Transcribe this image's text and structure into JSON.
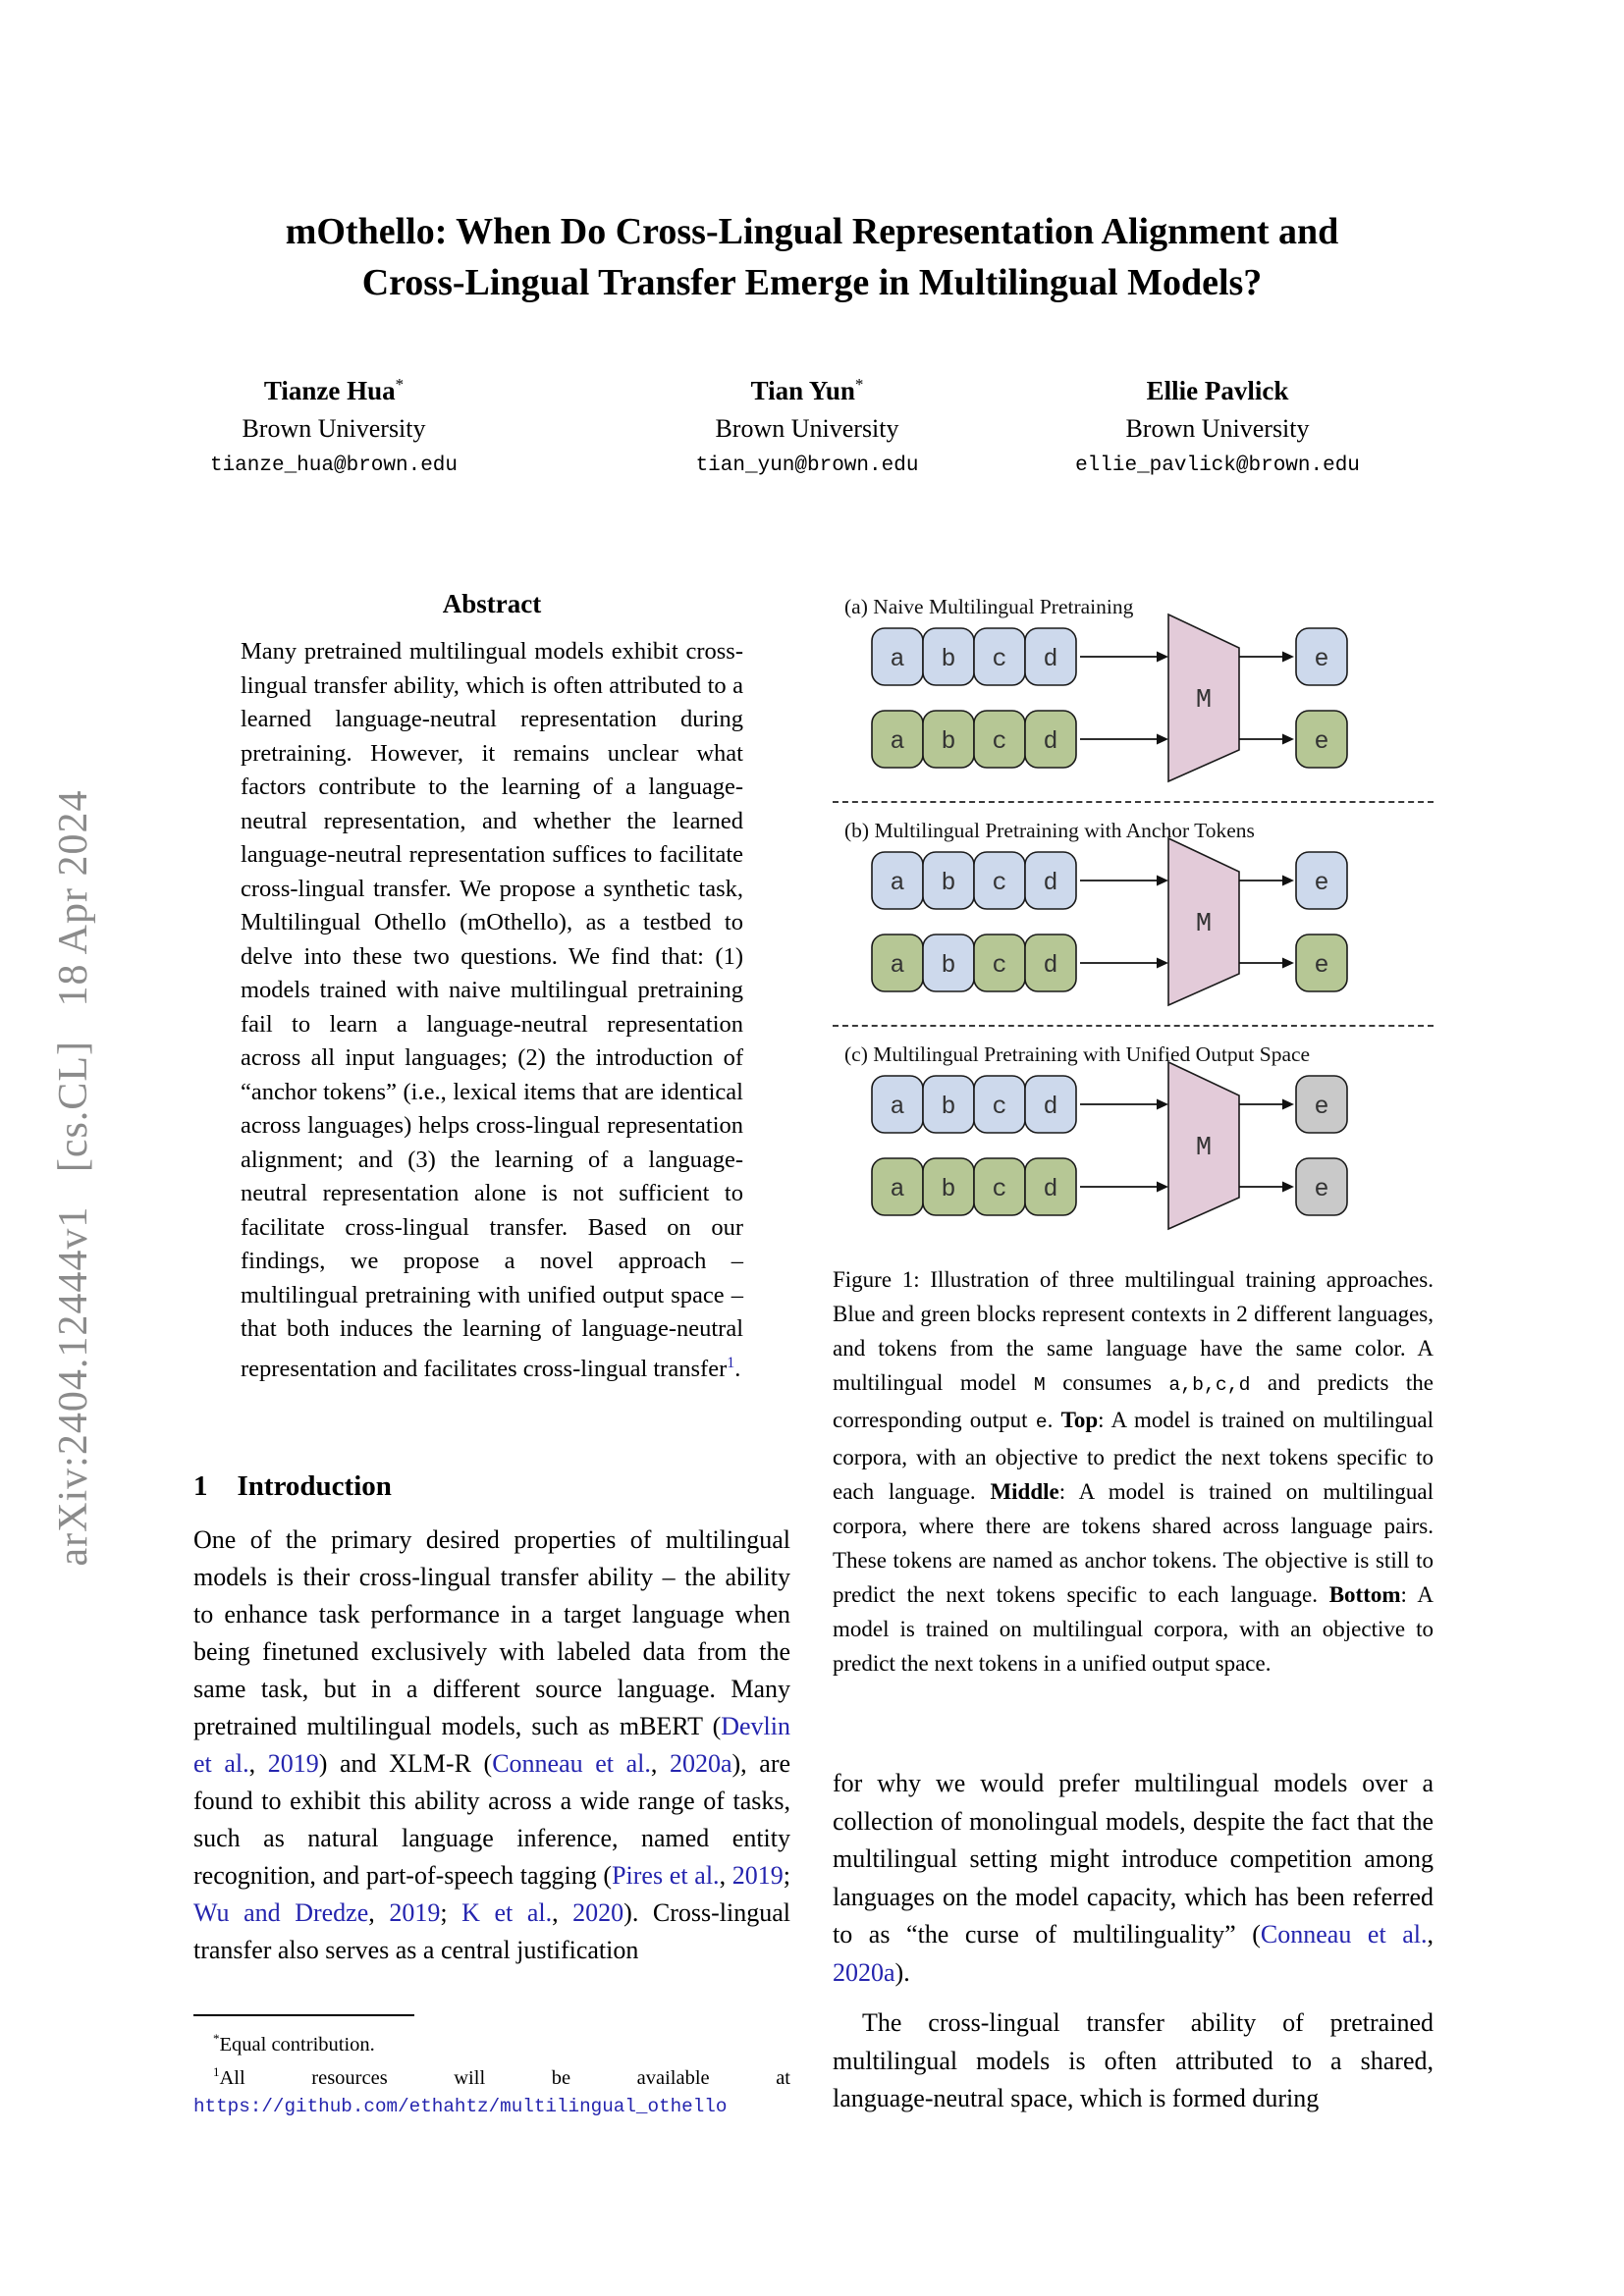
{
  "watermark": {
    "text": "arXiv:2404.12444v1   [cs.CL]   18 Apr 2024",
    "color": "#8b8b8b"
  },
  "title": {
    "line1": "mOthello: When Do Cross-Lingual Representation Alignment and",
    "line2": "Cross-Lingual Transfer Emerge in Multilingual Models?"
  },
  "authors": [
    {
      "name": "Tianze Hua",
      "mark": "*",
      "affiliation": "Brown University",
      "email": "tianze_hua@brown.edu"
    },
    {
      "name": "Tian Yun",
      "mark": "*",
      "affiliation": "Brown University",
      "email": "tian_yun@brown.edu"
    },
    {
      "name": "Ellie Pavlick",
      "mark": "",
      "affiliation": "Brown University",
      "email": "ellie_pavlick@brown.edu"
    }
  ],
  "abstract": {
    "heading": "Abstract",
    "segments": [
      {
        "t": "Many pretrained multilingual models exhibit cross-lingual transfer ability, which is often attributed to a learned language-neutral representation during pretraining. However, it remains unclear what factors contribute to the learning of a language-neutral representation, and whether the learned language-neutral representation suffices to facilitate cross-lingual transfer. We propose a synthetic task, Multilingual Othello (mOthello), as a testbed to delve into these two questions. We find that: (1) models trained with naive multilingual pretraining fail to learn a language-neutral representation across all input languages; (2) the introduction of “anchor tokens” (i.e., lexical items that are identical across languages) helps cross-lingual representation alignment; and (3) the learning of a language-neutral representation alone is not sufficient to facilitate cross-lingual transfer. Based on our findings, we propose a novel approach – multilingual pretraining with unified output space – that both induces the learning of language-neutral representation and facilitates cross-lingual transfer"
      },
      {
        "t": "1",
        "s": "suplink"
      },
      {
        "t": "."
      }
    ]
  },
  "sections": {
    "intro_number": "1",
    "intro_title": "Introduction"
  },
  "intro": {
    "segments": [
      {
        "t": "One of the primary desired properties of multilingual models is their cross-lingual transfer ability – the ability to enhance task performance in a target language when being finetuned exclusively with labeled data from the same task, but in a different source language. Many pretrained multilingual models, such as mBERT ("
      },
      {
        "t": "Devlin et al.",
        "s": "link"
      },
      {
        "t": ", "
      },
      {
        "t": "2019",
        "s": "link"
      },
      {
        "t": ") and XLM-R ("
      },
      {
        "t": "Conneau et al.",
        "s": "link"
      },
      {
        "t": ", "
      },
      {
        "t": "2020a",
        "s": "link"
      },
      {
        "t": "), are found to exhibit this ability across a wide range of tasks, such as natural language inference, named entity recognition, and part-of-speech tagging ("
      },
      {
        "t": "Pires et al.",
        "s": "link"
      },
      {
        "t": ", "
      },
      {
        "t": "2019",
        "s": "link"
      },
      {
        "t": "; "
      },
      {
        "t": "Wu and Dredze",
        "s": "link"
      },
      {
        "t": ", "
      },
      {
        "t": "2019",
        "s": "link"
      },
      {
        "t": "; "
      },
      {
        "t": "K et al.",
        "s": "link"
      },
      {
        "t": ", "
      },
      {
        "t": "2020",
        "s": "link"
      },
      {
        "t": "). Cross-lingual transfer also serves as a central justification"
      }
    ]
  },
  "figure": {
    "colors": {
      "blue": "#cdd9ec",
      "green": "#b6c795",
      "gray": "#c9c9c9",
      "model": "#e3cbd9"
    },
    "model_label": "M",
    "panels": [
      {
        "label": "(a) Naive Multilingual Pretraining",
        "divider": true,
        "rows": [
          {
            "tokens": [
              {
                "t": "a",
                "c": "blue"
              },
              {
                "t": "b",
                "c": "blue"
              },
              {
                "t": "c",
                "c": "blue"
              },
              {
                "t": "d",
                "c": "blue"
              }
            ],
            "output": {
              "t": "e",
              "c": "blue"
            }
          },
          {
            "tokens": [
              {
                "t": "a",
                "c": "green"
              },
              {
                "t": "b",
                "c": "green"
              },
              {
                "t": "c",
                "c": "green"
              },
              {
                "t": "d",
                "c": "green"
              }
            ],
            "output": {
              "t": "e",
              "c": "green"
            }
          }
        ]
      },
      {
        "label": "(b) Multilingual Pretraining with Anchor Tokens",
        "divider": true,
        "rows": [
          {
            "tokens": [
              {
                "t": "a",
                "c": "blue"
              },
              {
                "t": "b",
                "c": "blue"
              },
              {
                "t": "c",
                "c": "blue"
              },
              {
                "t": "d",
                "c": "blue"
              }
            ],
            "output": {
              "t": "e",
              "c": "blue"
            }
          },
          {
            "tokens": [
              {
                "t": "a",
                "c": "green"
              },
              {
                "t": "b",
                "c": "blue"
              },
              {
                "t": "c",
                "c": "green"
              },
              {
                "t": "d",
                "c": "green"
              }
            ],
            "output": {
              "t": "e",
              "c": "green"
            }
          }
        ]
      },
      {
        "label": "(c) Multilingual Pretraining with Unified Output Space",
        "divider": false,
        "rows": [
          {
            "tokens": [
              {
                "t": "a",
                "c": "blue"
              },
              {
                "t": "b",
                "c": "blue"
              },
              {
                "t": "c",
                "c": "blue"
              },
              {
                "t": "d",
                "c": "blue"
              }
            ],
            "output": {
              "t": "e",
              "c": "gray"
            }
          },
          {
            "tokens": [
              {
                "t": "a",
                "c": "green"
              },
              {
                "t": "b",
                "c": "green"
              },
              {
                "t": "c",
                "c": "green"
              },
              {
                "t": "d",
                "c": "green"
              }
            ],
            "output": {
              "t": "e",
              "c": "gray"
            }
          }
        ]
      }
    ],
    "caption_segments": [
      {
        "t": "Figure 1: Illustration of three multilingual training approaches. Blue and green blocks represent contexts in 2 different languages, and tokens from the same language have the same color. A multilingual model "
      },
      {
        "t": "M",
        "s": "mono"
      },
      {
        "t": " consumes "
      },
      {
        "t": "a,b,c,d",
        "s": "mono"
      },
      {
        "t": " and predicts the corresponding output "
      },
      {
        "t": "e",
        "s": "mono"
      },
      {
        "t": ". "
      },
      {
        "t": "Top",
        "s": "bold"
      },
      {
        "t": ": A model is trained on multilingual corpora, with an objective to predict the next tokens specific to each language. "
      },
      {
        "t": "Middle",
        "s": "bold"
      },
      {
        "t": ": A model is trained on multilingual corpora, where there are tokens shared across language pairs. These tokens are named as anchor tokens. The objective is still to predict the next tokens specific to each language. "
      },
      {
        "t": "Bottom",
        "s": "bold"
      },
      {
        "t": ": A model is trained on multilingual corpora, with an objective to predict the next tokens in a unified output space."
      }
    ]
  },
  "body": {
    "p1_segments": [
      {
        "t": "for why we would prefer multilingual models over a collection of monolingual models, despite the fact that the multilingual setting might introduce competition among languages on the model capacity, which has been referred to as “the curse of multilinguality” ("
      },
      {
        "t": "Conneau et al.",
        "s": "link"
      },
      {
        "t": ", "
      },
      {
        "t": "2020a",
        "s": "link"
      },
      {
        "t": ")."
      }
    ],
    "p2": "The cross-lingual transfer ability of pretrained multilingual models is often attributed to a shared, language-neutral space, which is formed during"
  },
  "footnotes": {
    "equal_mark": "*",
    "equal": "Equal contribution.",
    "resources_mark": "1",
    "resources_segments": [
      {
        "t": "All resources will be available at "
      },
      {
        "t": "https://github.com/ethahtz/multilingual_othello",
        "s": "monolink"
      }
    ]
  }
}
